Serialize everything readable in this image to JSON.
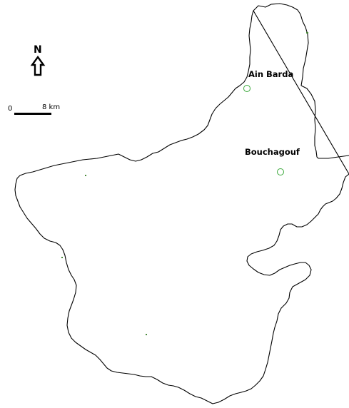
{
  "map": {
    "north_arrow": {
      "label": "N",
      "icon": "north-arrow-icon"
    },
    "scale_bar": {
      "start_label": "0",
      "end_label": "8 km"
    },
    "towns": [
      {
        "name": "Ain Barda"
      },
      {
        "name": "Bouchagouf"
      }
    ],
    "colors": {
      "boundary": "#000000",
      "town_marker": "#3aa83a",
      "background": "#ffffff"
    }
  }
}
